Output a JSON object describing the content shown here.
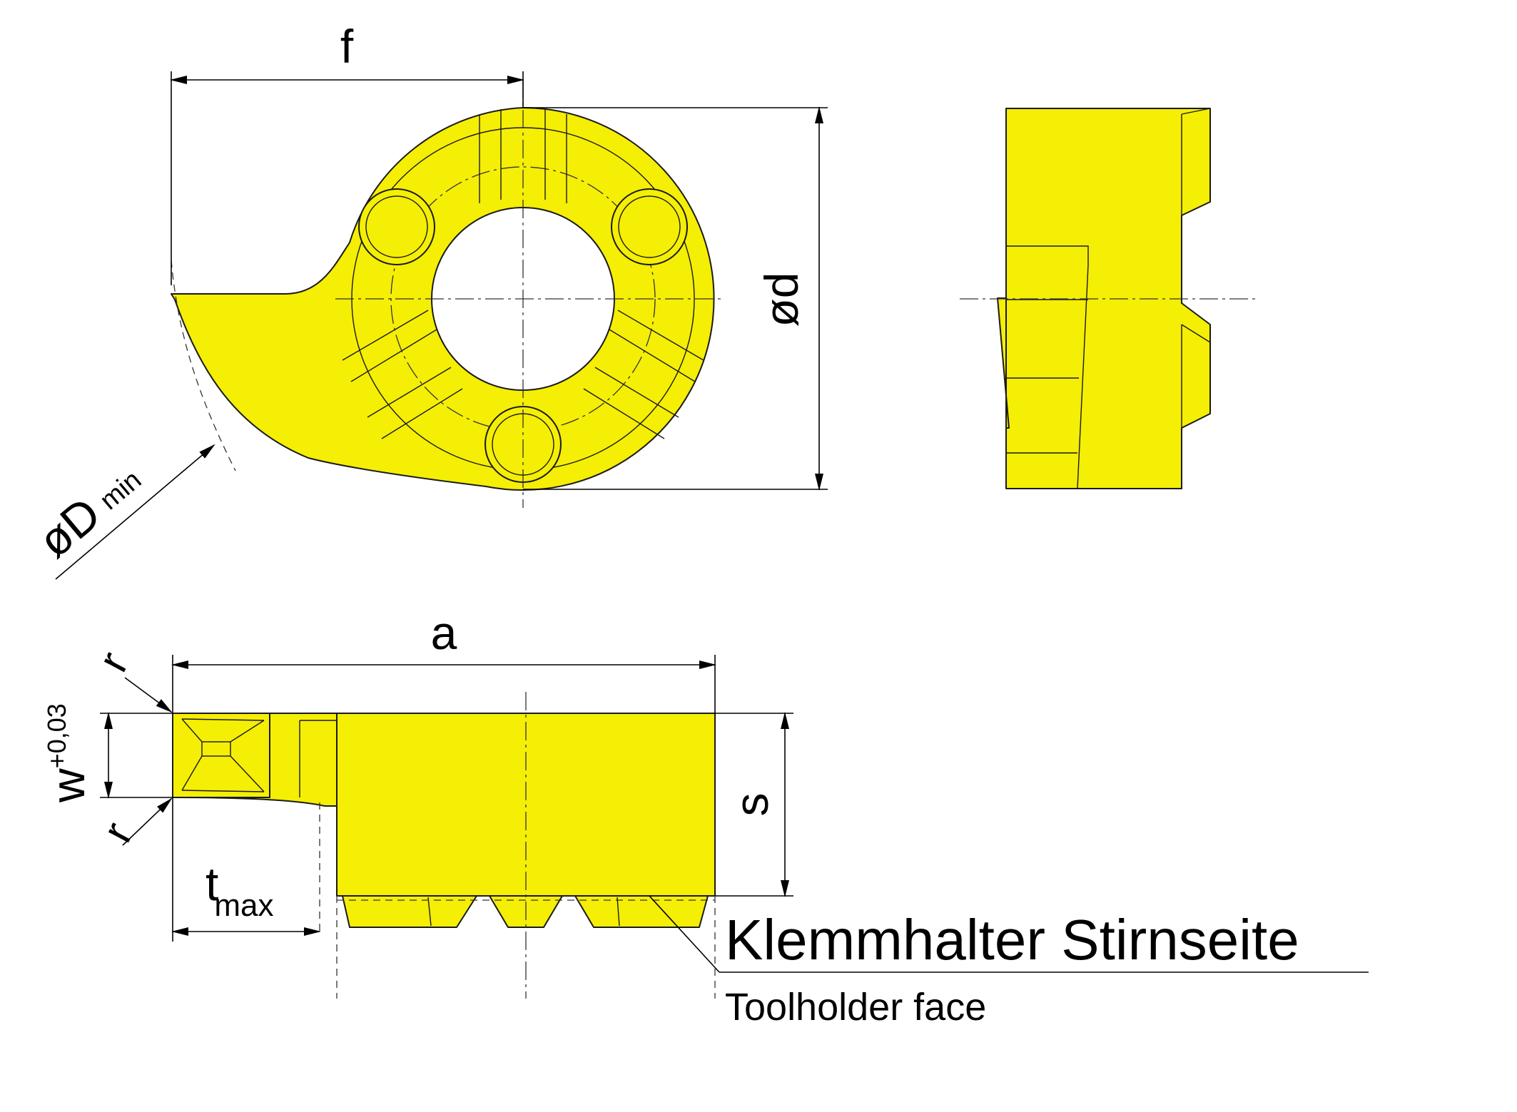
{
  "colors": {
    "part_fill": "#f5ee05",
    "outline": "#1a1a1a",
    "background": "#ffffff"
  },
  "labels": {
    "f": "f",
    "d": "ød",
    "dmin_main": "øD",
    "dmin_sub": "min",
    "a": "a",
    "r_top": "r",
    "r_bottom": "r",
    "w_main": "w",
    "w_tol": "+0,03",
    "t_main": "t",
    "t_sub": "max",
    "s": "s"
  },
  "callout": {
    "german": "Klemmhalter Stirnseite",
    "english": "Toolholder face"
  }
}
